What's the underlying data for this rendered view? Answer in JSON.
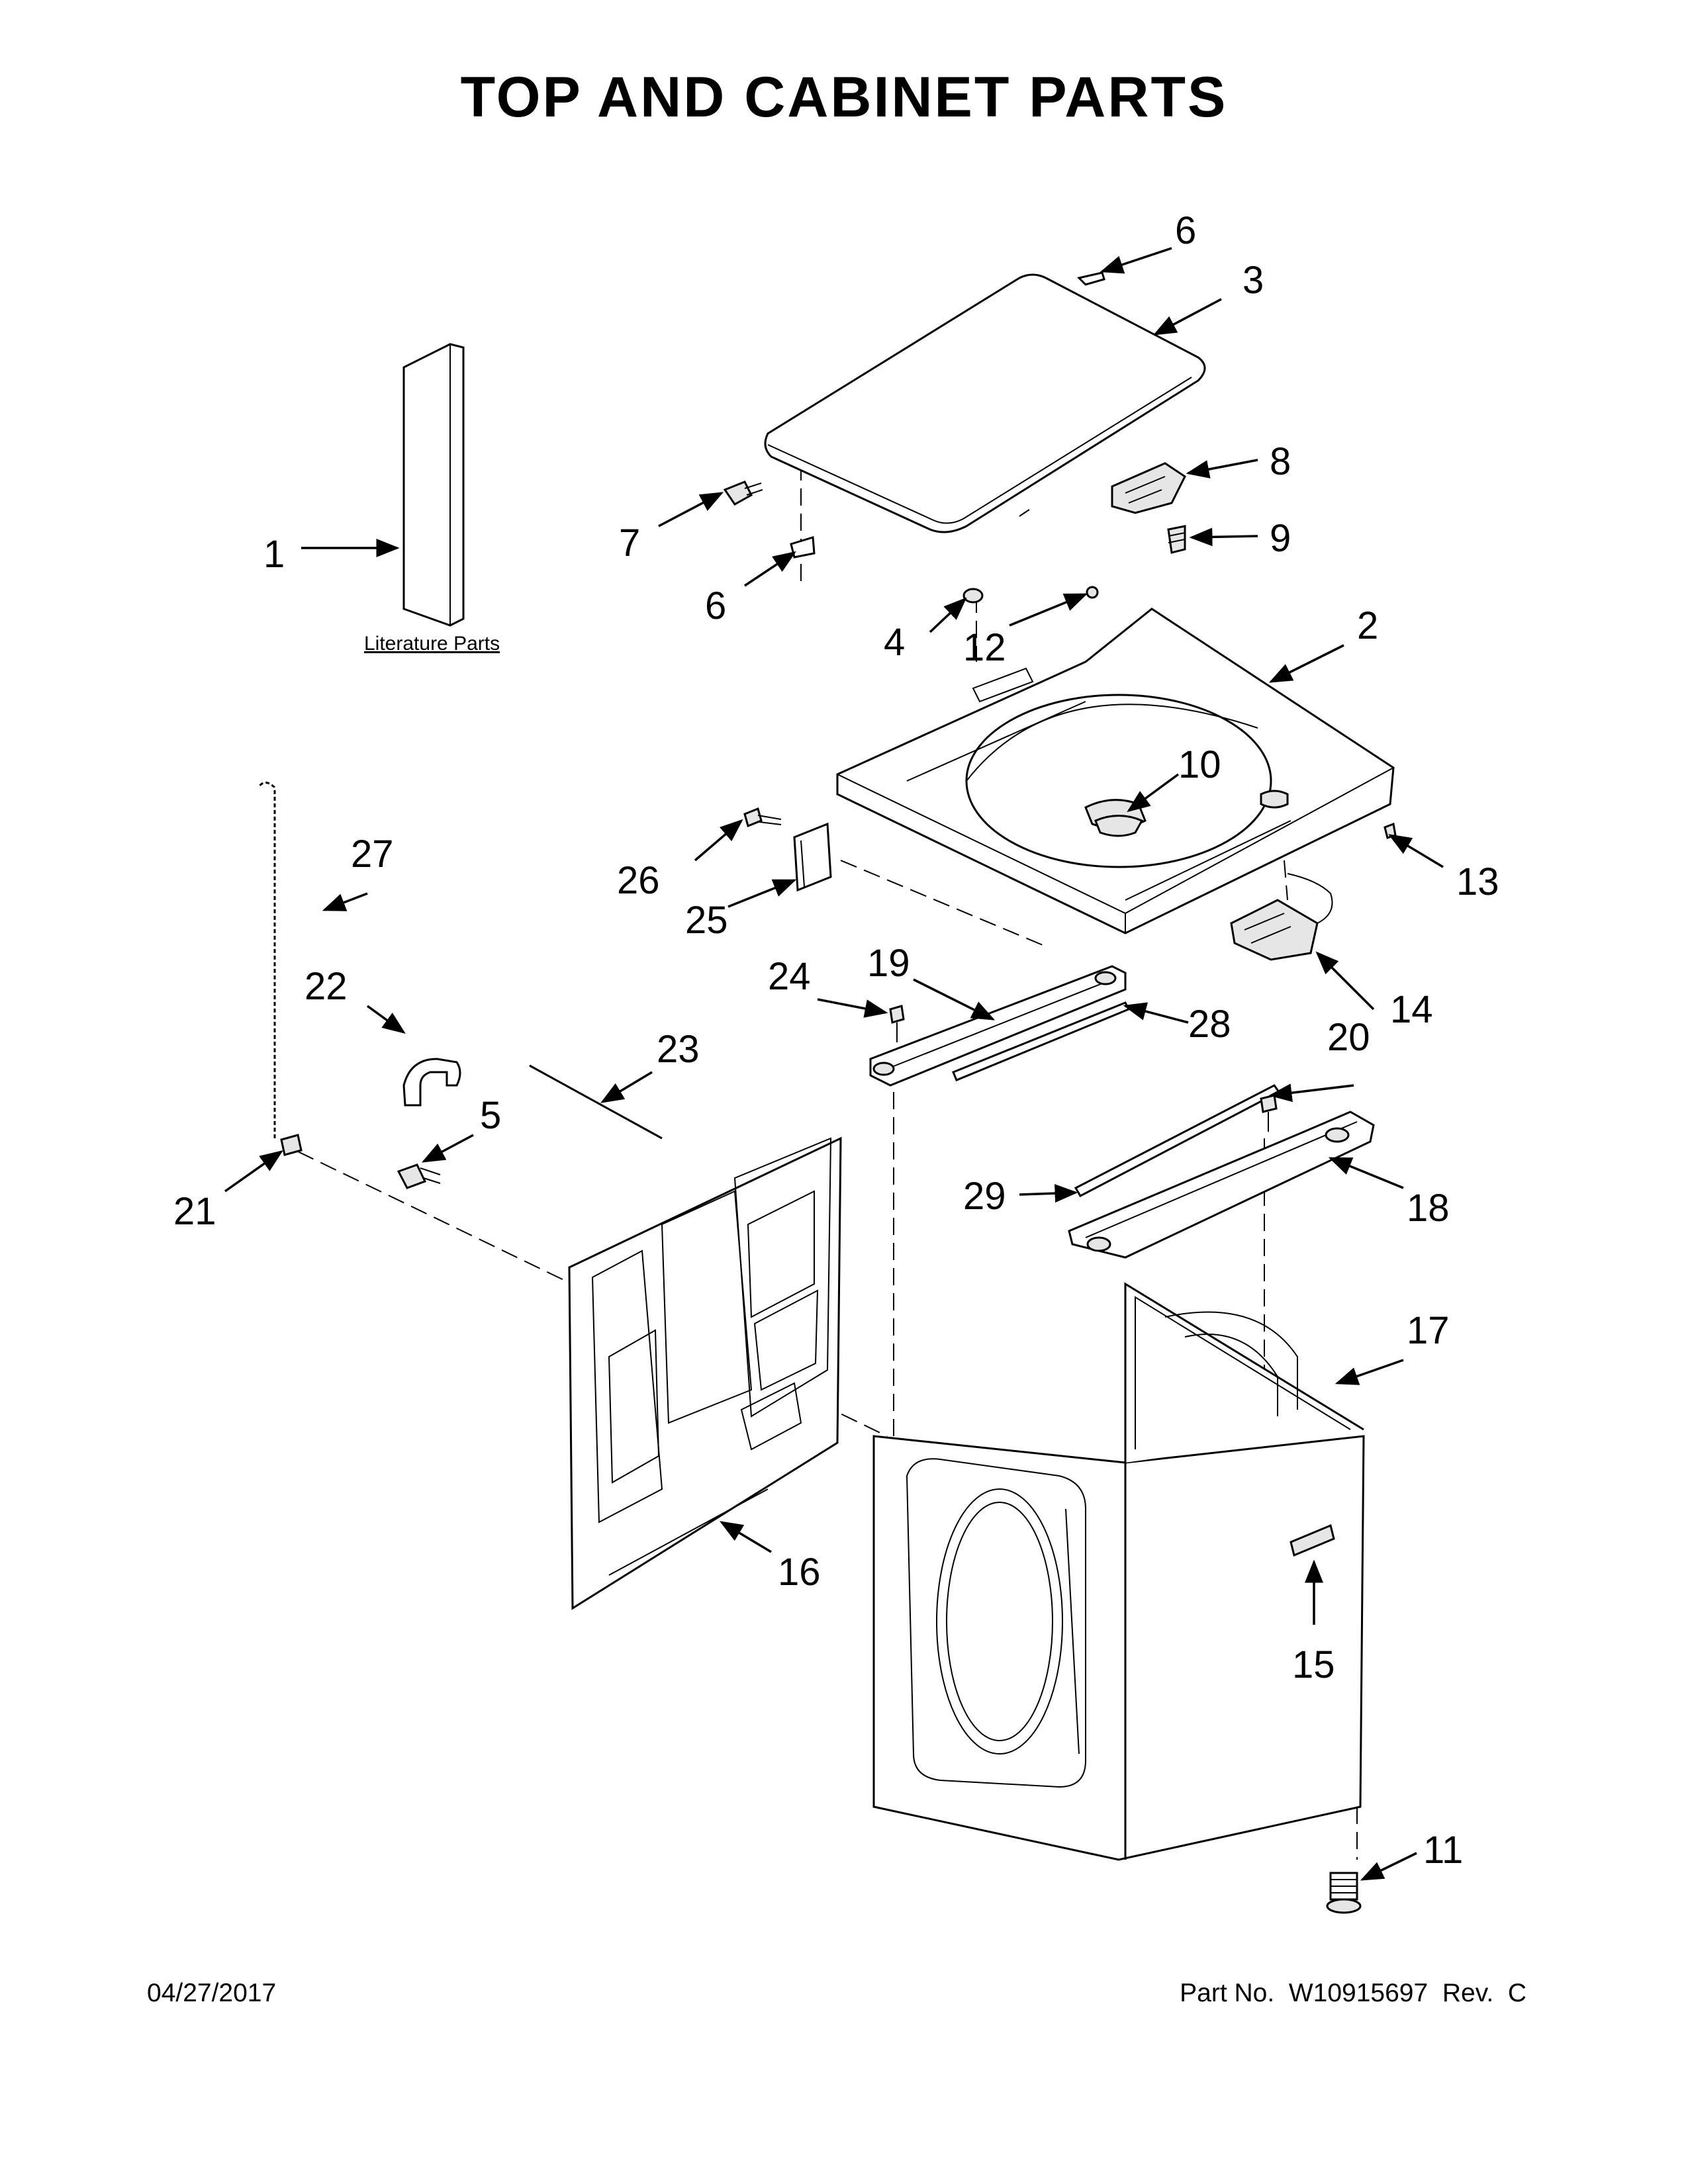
{
  "title": "TOP AND CABINET PARTS",
  "literature_label": "Literature Parts",
  "footer": {
    "date": "04/27/2017",
    "part_number": "Part No.  W10915697  Rev.  C"
  },
  "callouts": {
    "c1": "1",
    "c2": "2",
    "c3": "3",
    "c4": "4",
    "c5": "5",
    "c6a": "6",
    "c6b": "6",
    "c7": "7",
    "c8": "8",
    "c9": "9",
    "c10": "10",
    "c11": "11",
    "c12": "12",
    "c13": "13",
    "c14": "14",
    "c15": "15",
    "c16": "16",
    "c17": "17",
    "c18": "18",
    "c19": "19",
    "c20": "20",
    "c21": "21",
    "c22": "22",
    "c23": "23",
    "c24": "24",
    "c25": "25",
    "c26": "26",
    "c27": "27",
    "c28": "28",
    "c29": "29"
  },
  "icons": {
    "literature": "literature-booklet-icon",
    "lid": "washer-lid-icon",
    "top": "washer-top-icon",
    "cabinet": "cabinet-icon",
    "rear_panel": "rear-panel-icon",
    "drain_hose": "drain-hose-icon"
  }
}
